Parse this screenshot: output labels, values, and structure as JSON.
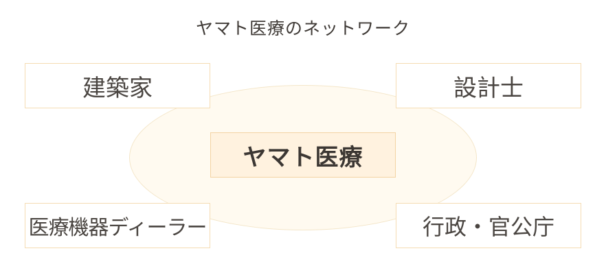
{
  "title": "ヤマト医療のネットワーク",
  "center": {
    "label": "ヤマト医療"
  },
  "nodes": {
    "top_left": "建築家",
    "top_right": "設計士",
    "bottom_left": "医療機器ディーラー",
    "bottom_right": "行政・官公庁"
  },
  "colors": {
    "box_border": "#f5dcb2",
    "center_fill": "#fff2df",
    "ellipse_fill": "#fffaf0",
    "text": "#4a4541"
  }
}
